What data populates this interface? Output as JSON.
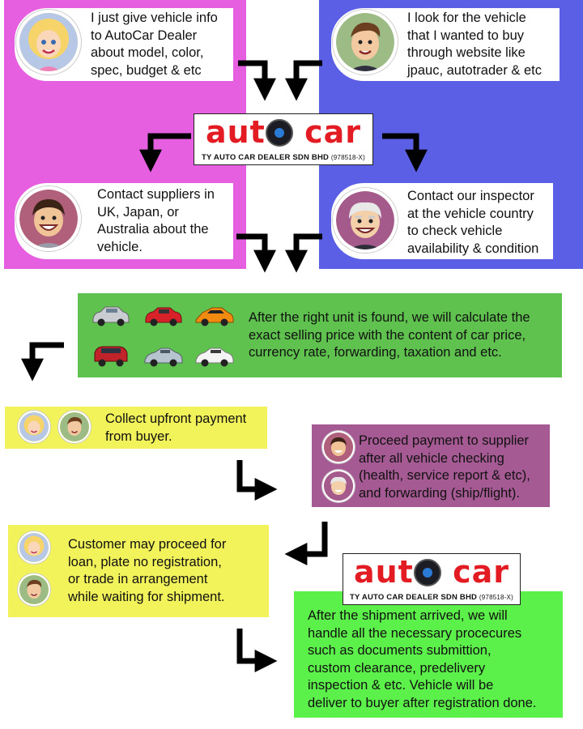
{
  "logo": {
    "brand_left": "aut",
    "brand_right": "car",
    "company": "TY AUTO CAR DEALER SDN BHD",
    "reg_no": "(978518-X)"
  },
  "steps": {
    "buyer_info": "I just give vehicle info\nto AutoCar Dealer\nabout model, color,\nspec, budget & etc",
    "buyer_search": "I look for the vehicle\nthat I wanted to buy\nthrough website like\njpauc, autotrader & etc",
    "contact_suppliers": "Contact suppliers in\nUK, Japan, or\nAustralia about the\nvehicle.",
    "contact_inspector": "Contact our inspector\nat the vehicle country\nto check vehicle\navailability & condition",
    "calculate_price": "After the right unit is found, we will calculate the\nexact selling price with the content of car price,\ncurrency rate, forwarding, taxation and etc.",
    "collect_payment": "Collect upfront payment\nfrom buyer.",
    "proceed_payment": "Proceed payment to supplier\nafter all vehicle checking\n(health, service report & etc),\nand forwarding (ship/flight).",
    "customer_loan": "Customer may proceed for\nloan, plate no registration,\nor trade in arrangement\nwhile waiting for shipment.",
    "shipment_arrived": "After the shipment arrived, we will\nhandle all the necessary procecures\nsuch as documents submittion,\ncustom clearance, predelivery\ninspection & etc. Vehicle will be\ndeliver to buyer after registration done."
  },
  "colors": {
    "pink": "#e65fe0",
    "blue": "#5b5fe6",
    "green": "#5fc24e",
    "yellow": "#f2f25a",
    "mauve": "#a65a93",
    "bright_green": "#5cf04a",
    "brand_red": "#e31b23"
  },
  "cars": [
    "silver-sedan",
    "red-muscle-car",
    "orange-supercar",
    "red-mini",
    "silver-sports-car",
    "white-coupe"
  ]
}
